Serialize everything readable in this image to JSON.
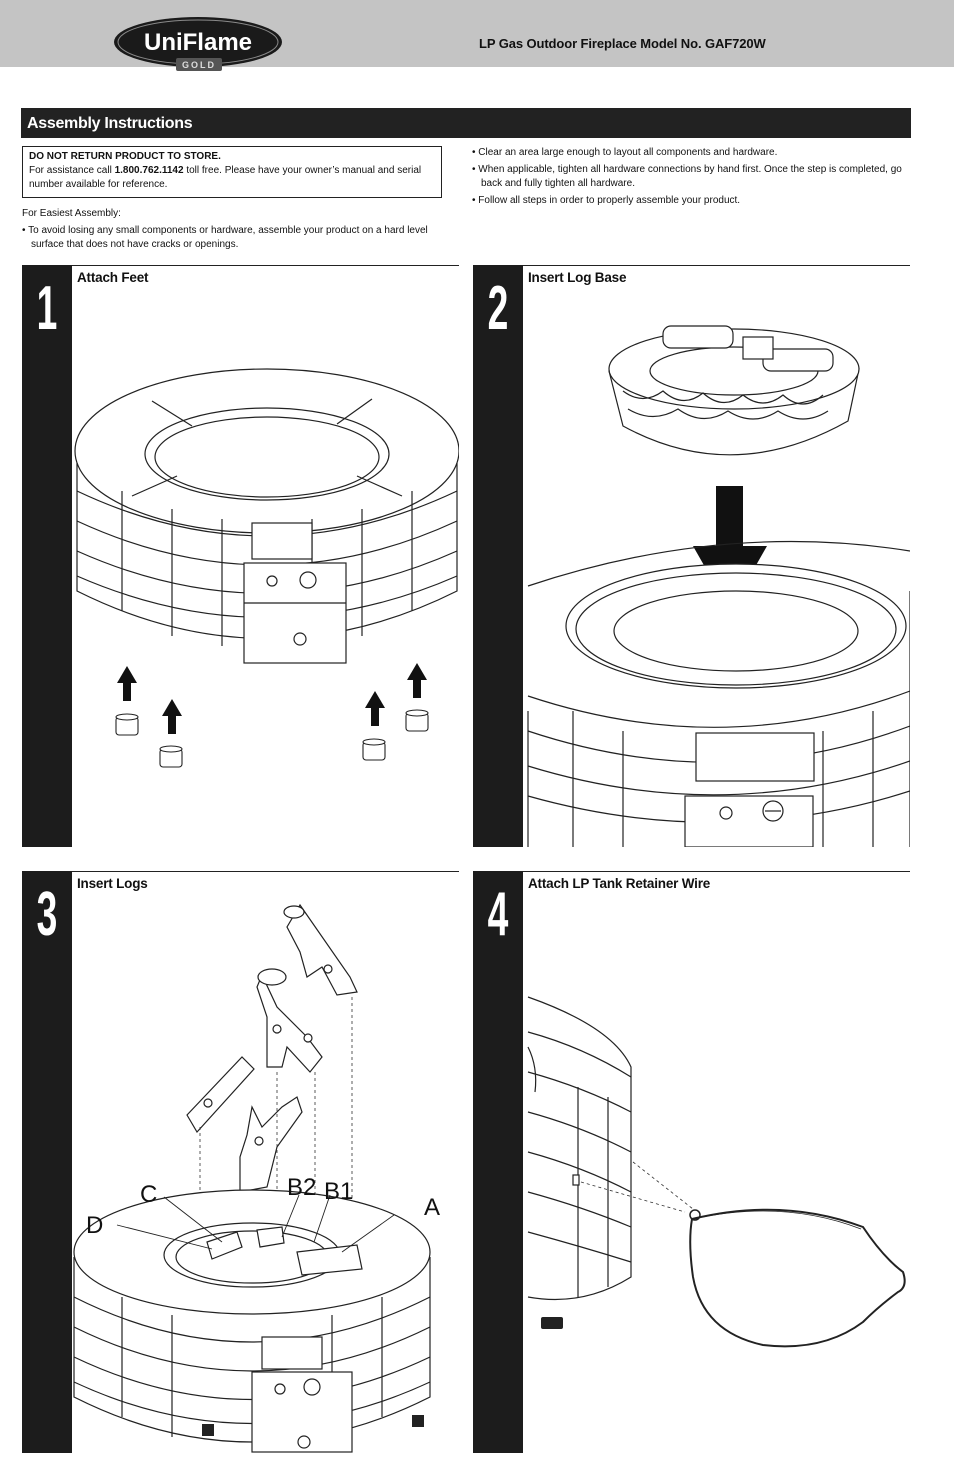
{
  "header": {
    "logo_text": "UniFlame",
    "logo_sub": "GOLD",
    "title": "LP Gas Outdoor Fireplace Model No. GAF720W"
  },
  "section": {
    "title": "Assembly Instructions"
  },
  "notice": {
    "heading": "DO NOT RETURN PRODUCT TO STORE.",
    "text_before": "For assistance call ",
    "phone": "1.800.762.1142",
    "text_after": " toll free. Please have your owner’s manual and serial number available for reference."
  },
  "intro": {
    "heading": "For Easiest Assembly:",
    "bullet1": "• To avoid losing any small components or hardware, assemble your product on a hard level surface that does not have cracks or openings."
  },
  "bullets": [
    "• Clear an area large enough to layout all components and hardware.",
    "• When applicable, tighten all hardware connections by hand first. Once the step is completed, go back and fully tighten all hardware.",
    "• Follow all steps in order to properly assemble your product."
  ],
  "steps": [
    {
      "number": "1",
      "title": "Attach Feet"
    },
    {
      "number": "2",
      "title": "Insert Log Base"
    },
    {
      "number": "3",
      "title": "Insert Logs"
    },
    {
      "number": "4",
      "title": "Attach LP Tank Retainer Wire"
    }
  ],
  "log_labels": {
    "a": "A",
    "b1": "B1",
    "b2": "B2",
    "c": "C",
    "d": "D"
  },
  "colors": {
    "header_bg": "#c4c4c4",
    "bar_bg": "#222222",
    "step_bar": "#1c1c1c"
  }
}
